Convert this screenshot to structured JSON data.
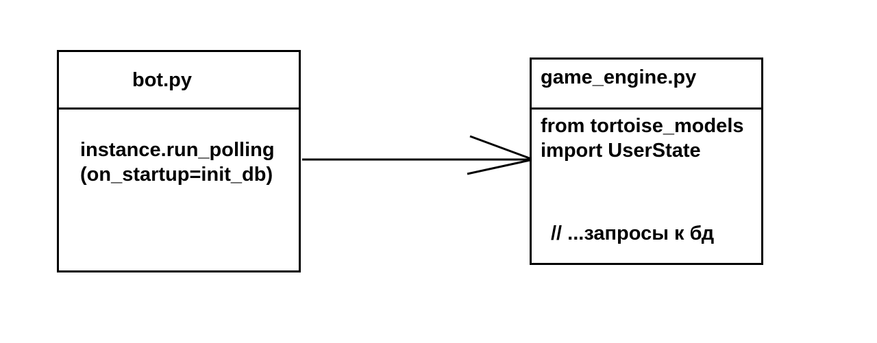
{
  "bot_box": {
    "title": "bot.py",
    "body_line1": "instance.run_polling",
    "body_line2": "(on_startup=init_db)"
  },
  "game_box": {
    "title": "game_engine.py",
    "body_line1": "from tortoise_models",
    "body_line2": "import UserState",
    "comment": "// ...запросы к бд"
  },
  "arrow": {
    "from": "bot.py",
    "to": "game_engine.py",
    "head_style": "open"
  },
  "colors": {
    "stroke": "#000000",
    "background": "#ffffff"
  }
}
